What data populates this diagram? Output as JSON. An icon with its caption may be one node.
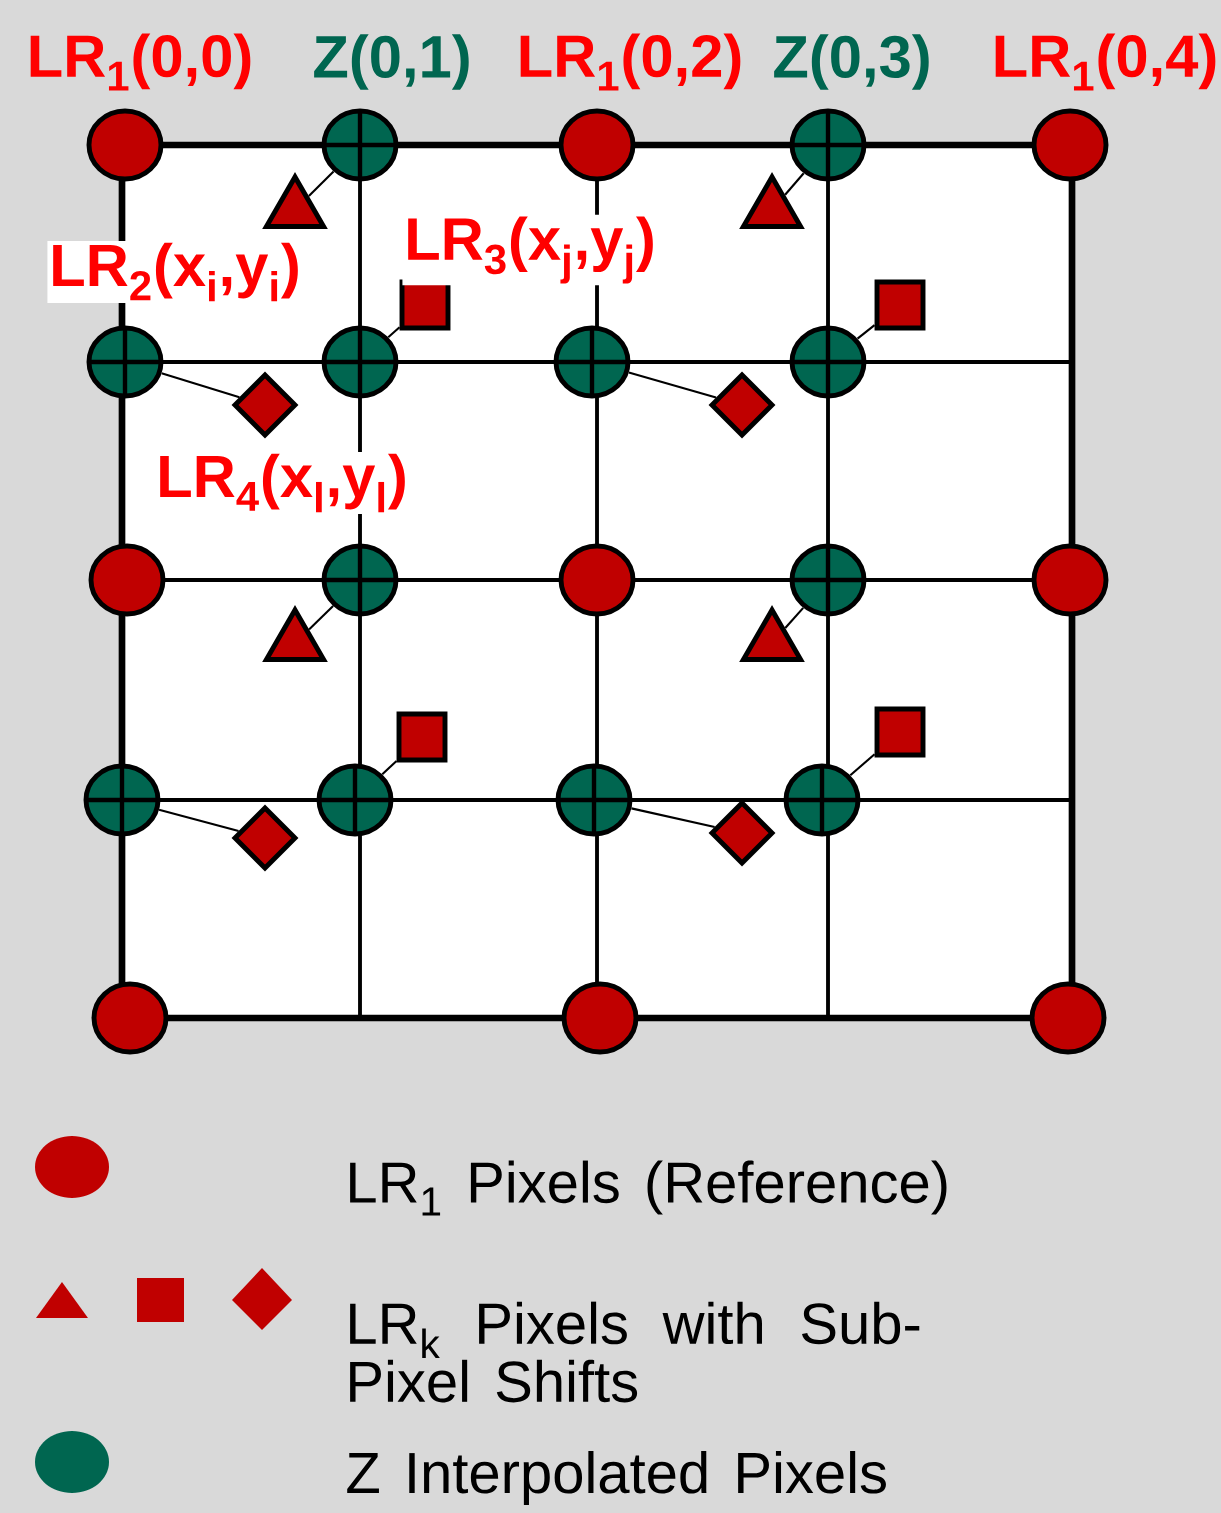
{
  "diagram": {
    "nodes": [
      {
        "text": [],
        "shape": "circle"
      },
      {
        "text": [],
        "shape": "circle"
      },
      {
        "text": [],
        "shape": "circle"
      },
      {
        "text": [],
        "shape": "circle"
      },
      {
        "text": [],
        "shape": "circle"
      },
      {
        "text": [],
        "shape": "triangle"
      },
      {
        "text": [],
        "shape": "triangle"
      },
      {
        "text": [],
        "shape": "box"
      },
      {
        "text": [],
        "shape": "box"
      },
      {
        "text": [],
        "shape": "circle"
      },
      {
        "text": [],
        "shape": "circle"
      },
      {
        "text": [],
        "shape": "circle"
      },
      {
        "text": [],
        "shape": "circle"
      },
      {
        "text": [],
        "shape": "diamond"
      },
      {
        "text": [],
        "shape": "diamond"
      },
      {
        "text": [],
        "shape": "circle"
      },
      {
        "text": [],
        "shape": "circle"
      },
      {
        "text": [],
        "shape": "circle"
      },
      {
        "text": [],
        "shape": "circle"
      },
      {
        "text": [],
        "shape": "circle"
      },
      {
        "text": [],
        "shape": "triangle"
      },
      {
        "text": [],
        "shape": "triangle"
      },
      {
        "text": [],
        "shape": "box"
      },
      {
        "text": [],
        "shape": "box"
      },
      {
        "text": [],
        "shape": "circle"
      },
      {
        "text": [],
        "shape": "circle"
      },
      {
        "text": [],
        "shape": "circle"
      },
      {
        "text": [],
        "shape": "circle"
      },
      {
        "text": [],
        "shape": "diamond"
      },
      {
        "text": [],
        "shape": "diamond"
      },
      {
        "text": [],
        "shape": "circle"
      },
      {
        "text": [],
        "shape": "circle"
      },
      {
        "text": [],
        "shape": "circle"
      }
    ],
    "edges": [
      {
        "from": 1,
        "to": 5,
        "arrow": "none"
      },
      {
        "from": 3,
        "to": 6,
        "arrow": "none"
      },
      {
        "from": 10,
        "to": 7,
        "arrow": "none"
      },
      {
        "from": 12,
        "to": 8,
        "arrow": "none"
      },
      {
        "from": 9,
        "to": 13,
        "arrow": "none"
      },
      {
        "from": 11,
        "to": 14,
        "arrow": "none"
      },
      {
        "from": 16,
        "to": 20,
        "arrow": "none"
      },
      {
        "from": 18,
        "to": 21,
        "arrow": "none"
      },
      {
        "from": 25,
        "to": 22,
        "arrow": "none"
      },
      {
        "from": 27,
        "to": 23,
        "arrow": "none"
      },
      {
        "from": 24,
        "to": 28,
        "arrow": "none"
      },
      {
        "from": 26,
        "to": 29,
        "arrow": "none"
      }
    ],
    "labels": [
      "LR$_{1}$(0,0)",
      "Z(0,1)",
      "LR$_{1}$(0,2)",
      "Z(0,3)",
      "LR$_{1}$(0,4)",
      "LR$_{2}$(x$_{i}$,y$_{i}$)",
      "LR$_{3}$(x$_{j}$,y$_{j}$)",
      "LR$_{4}$(x$_{l}$,y$_{l}$)"
    ],
    "legend": [
      {
        "text": "LR$_{1}$ Pixels (Reference)",
        "color": "#c00000"
      },
      {
        "text": "LR$_{k}$ Pixels with Sub-Pixel Shifts"
      },
      {
        "text": "Z Interpolated Pixels",
        "color": "#006650"
      }
    ]
  }
}
